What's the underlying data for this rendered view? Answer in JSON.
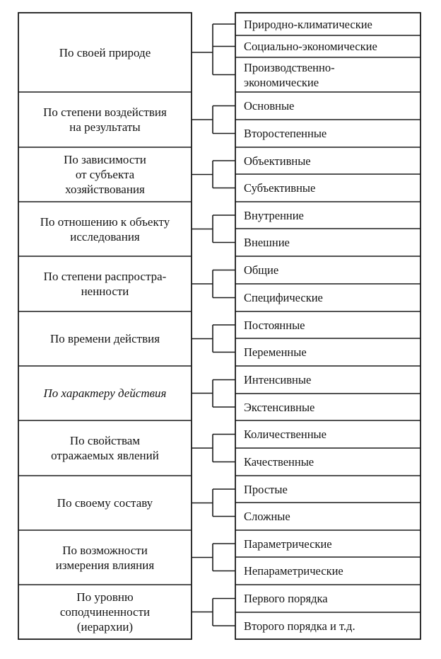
{
  "categories": [
    {
      "label": "По своей природе",
      "italic": false,
      "items": [
        "Природно-климатические",
        "Социально-экономические",
        "Производственно-\nэкономические"
      ]
    },
    {
      "label": "По степени воздействия\nна результаты",
      "italic": false,
      "items": [
        "Основные",
        "Второстепенные"
      ]
    },
    {
      "label": "По зависимости\nот субъекта\nхозяйствования",
      "italic": false,
      "items": [
        "Объективные",
        "Субъективные"
      ]
    },
    {
      "label": "По отношению к объекту\nисследования",
      "italic": false,
      "items": [
        "Внутренние",
        "Внешние"
      ]
    },
    {
      "label": "По степени распростра-\nненности",
      "italic": false,
      "items": [
        "Общие",
        "Специфические"
      ]
    },
    {
      "label": "По времени действия",
      "italic": false,
      "items": [
        "Постоянные",
        "Переменные"
      ]
    },
    {
      "label": "По характеру действия",
      "italic": true,
      "items": [
        "Интенсивные",
        "Экстенсивные"
      ]
    },
    {
      "label": "По свойствам\nотражаемых явлений",
      "italic": false,
      "items": [
        "Количественные",
        "Качественные"
      ]
    },
    {
      "label": "По своему составу",
      "italic": false,
      "items": [
        "Простые",
        "Сложные"
      ]
    },
    {
      "label": "По возможности\nизмерения влияния",
      "italic": false,
      "items": [
        "Параметрические",
        "Непараметрические"
      ]
    },
    {
      "label": "По уровню\nсоподчиненности\n(иерархии)",
      "italic": false,
      "items": [
        "Первого порядка",
        "Второго порядка и т.д."
      ]
    }
  ],
  "colors": {
    "line": "#1a1a1a",
    "text": "#141414"
  }
}
